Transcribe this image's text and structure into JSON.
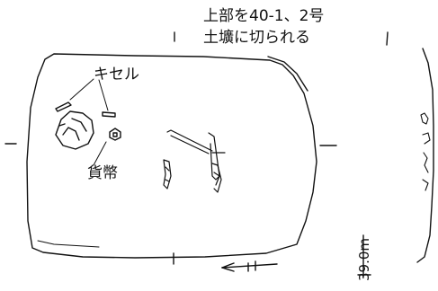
{
  "annotations": {
    "cut_line_1": "上部を40-1、2号",
    "cut_line_2": "土壙に切られる",
    "kiseru_label": "キセル",
    "coin_label": "貨幣",
    "elevation_label": "39.0m"
  },
  "colors": {
    "ink": "#111111",
    "background": "#ffffff"
  }
}
